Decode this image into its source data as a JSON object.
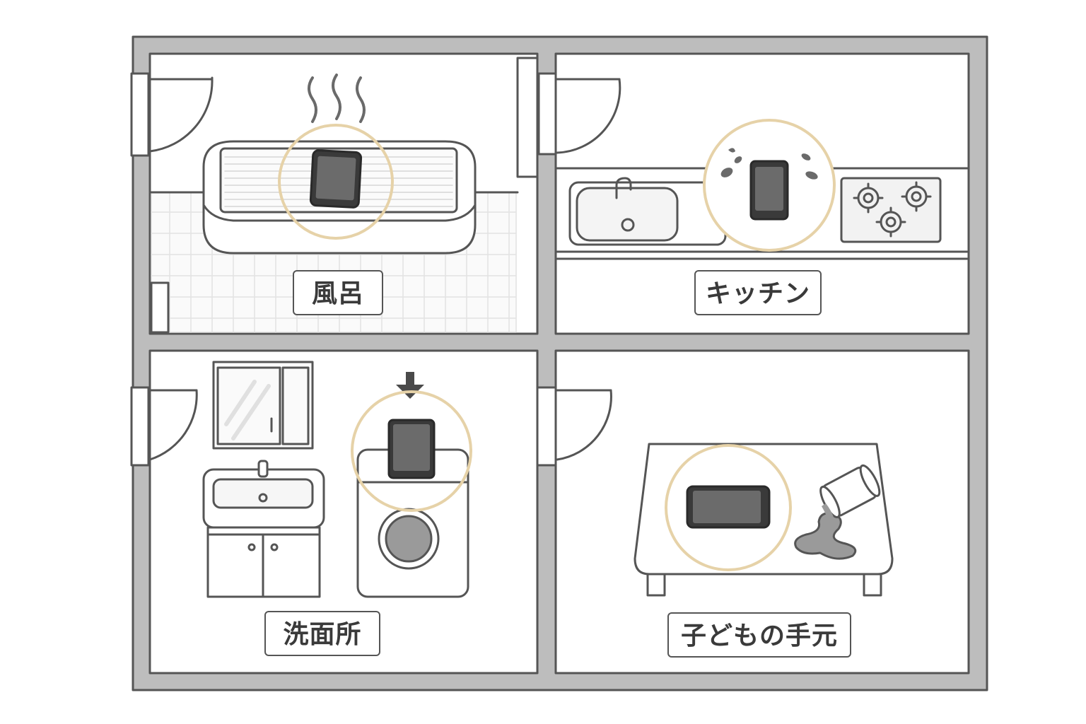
{
  "rooms": {
    "bath": {
      "label": "風呂"
    },
    "kitchen": {
      "label": "キッチン"
    },
    "washroom": {
      "label": "洗面所"
    },
    "child": {
      "label": "子どもの手元"
    }
  },
  "colors": {
    "wall": "#bdbdbd",
    "line": "#555555",
    "highlight_ring": "#e6d2a8",
    "phone": "#3a3a3a",
    "screen": "#6b6b6b",
    "spill": "#9a9a9a"
  },
  "icons": [
    "steam-icon",
    "water-drop-icon",
    "down-arrow-icon",
    "smartphone-icon",
    "tablet-icon",
    "spilled-cup-icon",
    "gas-burner-icon",
    "faucet-icon"
  ]
}
